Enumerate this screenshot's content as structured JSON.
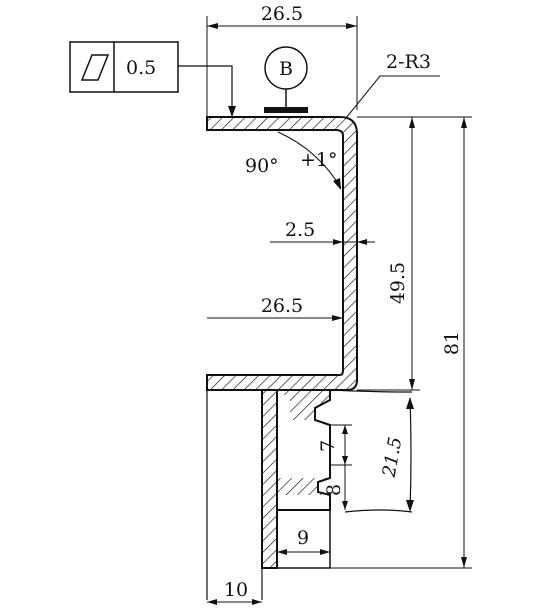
{
  "tolerance_frame": {
    "symbol": "flatness-parallelogram-icon",
    "value": "0.5"
  },
  "datum": {
    "letter": "B"
  },
  "dimensions": {
    "top_width": "26.5",
    "radius_note": "2-R3",
    "angle_base": "90°",
    "angle_tol": "+1°",
    "wall_thickness": "2.5",
    "upper_height": "49.5",
    "mid_width": "26.5",
    "total_height": "81",
    "slot_height": "7",
    "slot_gap": "8",
    "slot_depth": "9",
    "bottom_width": "10",
    "handwritten_note": "21.5"
  }
}
